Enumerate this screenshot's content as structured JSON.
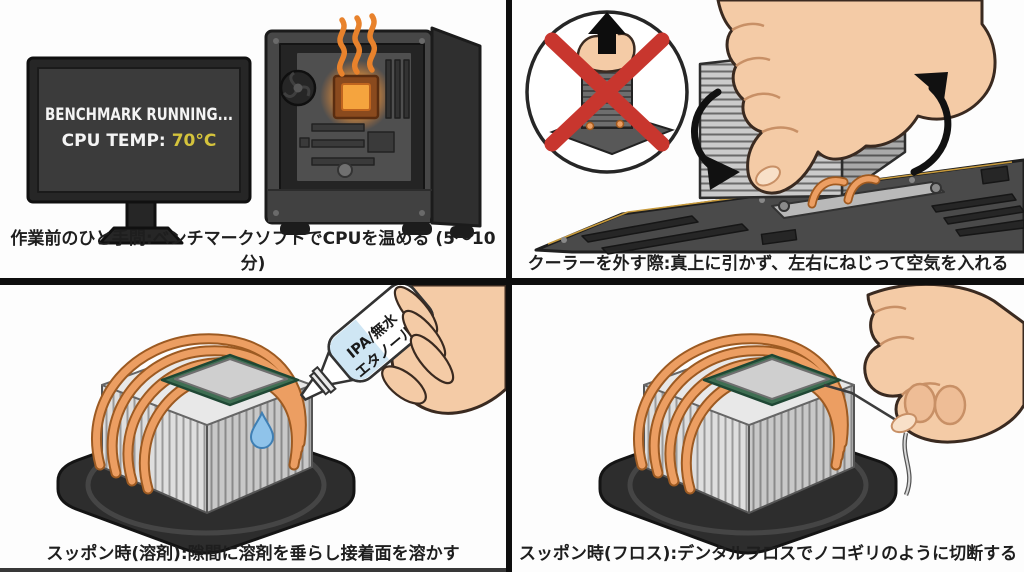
{
  "panels": {
    "benchmark": {
      "caption": "作業前のひと手間:ベンチマークソフトでCPUを温める (5〜10分)",
      "monitor_line1": "BENCHMARK RUNNING...",
      "monitor_line2_label": "CPU TEMP:",
      "monitor_temp_value": "70°C"
    },
    "twist": {
      "caption": "クーラーを外す際:真上に引かず、左右にねじって空気を入れる"
    },
    "solvent": {
      "caption": "スッポン時(溶剤):隙間に溶剤を垂らし接着面を溶かす",
      "bottle_label_line1": "IPA/無水",
      "bottle_label_line2": "エタノール"
    },
    "floss": {
      "caption": "スッポン時(フロス):デンタルフロスでノコギリのように切断する"
    }
  },
  "colors": {
    "temp_value_yellow": "#d4c33c",
    "heat_glow_orange": "#f09c3a",
    "heatpipe_copper": "#ec9e62",
    "prohibition_red": "#c8362e",
    "skin_tone": "#f4cba6"
  }
}
